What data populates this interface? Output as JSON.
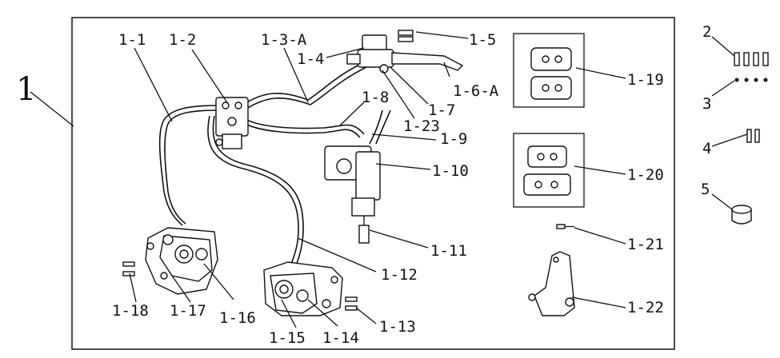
{
  "title_number": "1",
  "labels": {
    "l1_1": "1-1",
    "l1_2": "1-2",
    "l1_3a": "1-3-A",
    "l1_4": "1-4",
    "l1_5": "1-5",
    "l1_6a": "1-6-A",
    "l1_7": "1-7",
    "l1_8": "1-8",
    "l1_23": "1-23",
    "l1_9": "1-9",
    "l1_10": "1-10",
    "l1_11": "1-11",
    "l1_12": "1-12",
    "l1_13": "1-13",
    "l1_14": "1-14",
    "l1_15": "1-15",
    "l1_16": "1-16",
    "l1_17": "1-17",
    "l1_18": "1-18",
    "l1_19": "1-19",
    "l1_20": "1-20",
    "l1_21": "1-21",
    "l1_22": "1-22",
    "l2": "2",
    "l3": "3",
    "l4": "4",
    "l5": "5"
  }
}
